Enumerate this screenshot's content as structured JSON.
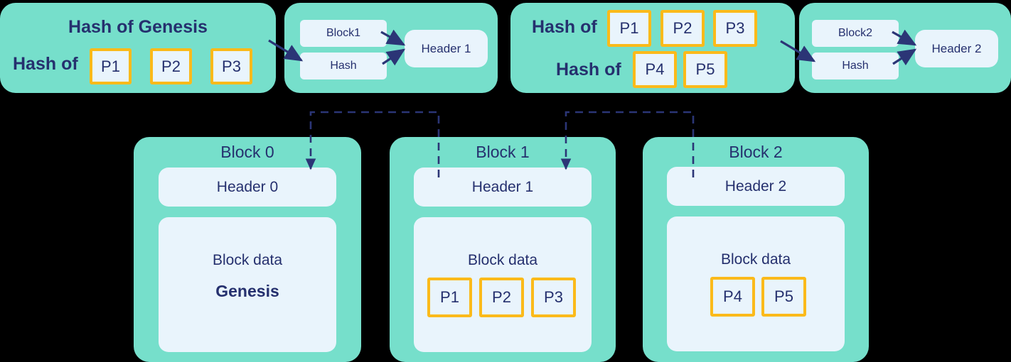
{
  "colors": {
    "background": "#000000",
    "panel_teal": "#76DFCB",
    "box_light_blue": "#E9F4FC",
    "accent_gold": "#FBBA1A",
    "text_navy": "#25306E",
    "arrow_navy": "#2B3576"
  },
  "top_row": {
    "panel_genesis": {
      "title": "Hash of Genesis",
      "hash_label": "Hash of",
      "items": [
        "P1",
        "P2",
        "P3"
      ]
    },
    "panel_header1": {
      "inputs": [
        "Block1",
        "Hash"
      ],
      "output": "Header 1"
    },
    "panel_hashes": {
      "row1_label": "Hash of",
      "row1_items": [
        "P1",
        "P2",
        "P3"
      ],
      "row2_label": "Hash of",
      "row2_items": [
        "P4",
        "P5"
      ]
    },
    "panel_header2": {
      "inputs": [
        "Block2",
        "Hash"
      ],
      "output": "Header 2"
    }
  },
  "chain": {
    "blocks": [
      {
        "title": "Block 0",
        "header": "Header 0",
        "data_label": "Block data",
        "data_text": "Genesis",
        "transactions": []
      },
      {
        "title": "Block 1",
        "header": "Header 1",
        "data_label": "Block data",
        "data_text": "",
        "transactions": [
          "P1",
          "P2",
          "P3"
        ]
      },
      {
        "title": "Block 2",
        "header": "Header 2",
        "data_label": "Block data",
        "data_text": "",
        "transactions": [
          "P4",
          "P5"
        ]
      }
    ]
  }
}
